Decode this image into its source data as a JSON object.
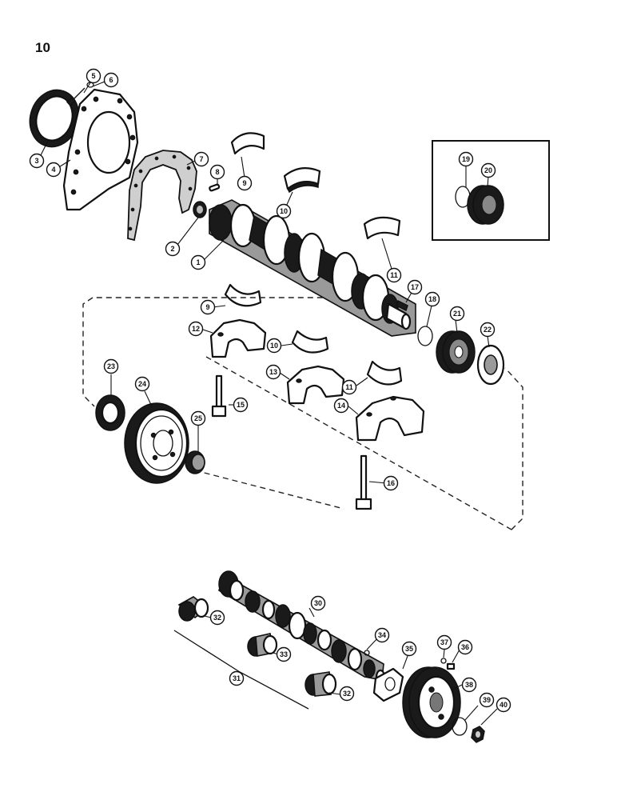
{
  "page_number": "10",
  "callouts": [
    {
      "id": "c5",
      "label": "5"
    },
    {
      "id": "c6",
      "label": "6"
    },
    {
      "id": "c3",
      "label": "3"
    },
    {
      "id": "c4",
      "label": "4"
    },
    {
      "id": "c7",
      "label": "7"
    },
    {
      "id": "c8",
      "label": "8"
    },
    {
      "id": "c9a",
      "label": "9"
    },
    {
      "id": "c2",
      "label": "2"
    },
    {
      "id": "c1",
      "label": "1"
    },
    {
      "id": "c10a",
      "label": "10"
    },
    {
      "id": "c11a",
      "label": "11"
    },
    {
      "id": "c19",
      "label": "19"
    },
    {
      "id": "c20",
      "label": "20"
    },
    {
      "id": "c17",
      "label": "17"
    },
    {
      "id": "c18",
      "label": "18"
    },
    {
      "id": "c21",
      "label": "21"
    },
    {
      "id": "c22",
      "label": "22"
    },
    {
      "id": "c9b",
      "label": "9"
    },
    {
      "id": "c12",
      "label": "12"
    },
    {
      "id": "c10b",
      "label": "10"
    },
    {
      "id": "c13",
      "label": "13"
    },
    {
      "id": "c11b",
      "label": "11"
    },
    {
      "id": "c14",
      "label": "14"
    },
    {
      "id": "c23",
      "label": "23"
    },
    {
      "id": "c24",
      "label": "24"
    },
    {
      "id": "c25",
      "label": "25"
    },
    {
      "id": "c15",
      "label": "15"
    },
    {
      "id": "c16",
      "label": "16"
    },
    {
      "id": "c30",
      "label": "30"
    },
    {
      "id": "c32a",
      "label": "32"
    },
    {
      "id": "c34",
      "label": "34"
    },
    {
      "id": "c37",
      "label": "37"
    },
    {
      "id": "c36",
      "label": "36"
    },
    {
      "id": "c35",
      "label": "35"
    },
    {
      "id": "c33",
      "label": "33"
    },
    {
      "id": "c38",
      "label": "38"
    },
    {
      "id": "c31",
      "label": "31"
    },
    {
      "id": "c32b",
      "label": "32"
    },
    {
      "id": "c39",
      "label": "39"
    },
    {
      "id": "c40",
      "label": "40"
    }
  ]
}
